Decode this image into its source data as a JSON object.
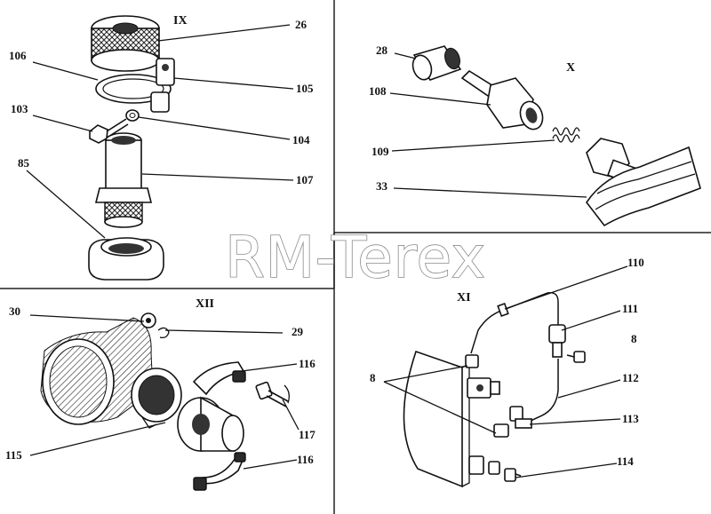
{
  "watermark": "RM-Terex",
  "sections": [
    {
      "id": "IX",
      "title": "IX"
    },
    {
      "id": "X",
      "title": "X"
    },
    {
      "id": "XII",
      "title": "XII"
    },
    {
      "id": "XI",
      "title": "XI"
    }
  ],
  "callouts": {
    "IX": [
      "26",
      "106",
      "105",
      "103",
      "104",
      "85",
      "107"
    ],
    "X": [
      "28",
      "108",
      "109",
      "33"
    ],
    "XII": [
      "30",
      "29",
      "116",
      "117",
      "115",
      "116"
    ],
    "XI": [
      "110",
      "111",
      "8",
      "8",
      "112",
      "113",
      "114"
    ]
  }
}
